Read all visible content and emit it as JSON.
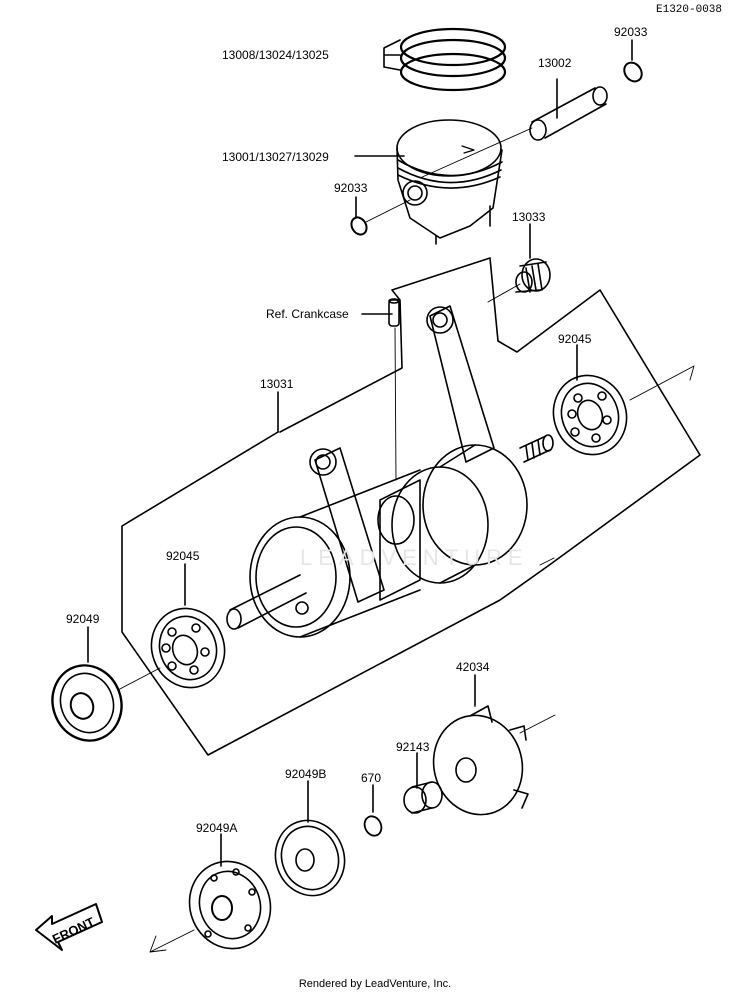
{
  "diagram_code": "E1320-0038",
  "watermark": "LEADVENTURE",
  "front_label": "FRONT",
  "footer": "Rendered by LeadVenture, Inc.",
  "labels": {
    "piston_ring": "13008/13024/13025",
    "piston_pin": "13002",
    "snap_ring_top": "92033",
    "piston": "13001/13027/13029",
    "snap_ring_mid": "92033",
    "needle_bearing": "13033",
    "ref_crankcase": "Ref. Crankcase",
    "crankshaft": "13031",
    "ball_bearing_right": "92045",
    "ball_bearing_left": "92045",
    "oil_seal_left": "92049",
    "rotary_valve": "42034",
    "collar": "92143",
    "oil_seal_b": "92049B",
    "o_ring": "670",
    "oil_seal_a": "92049A"
  }
}
